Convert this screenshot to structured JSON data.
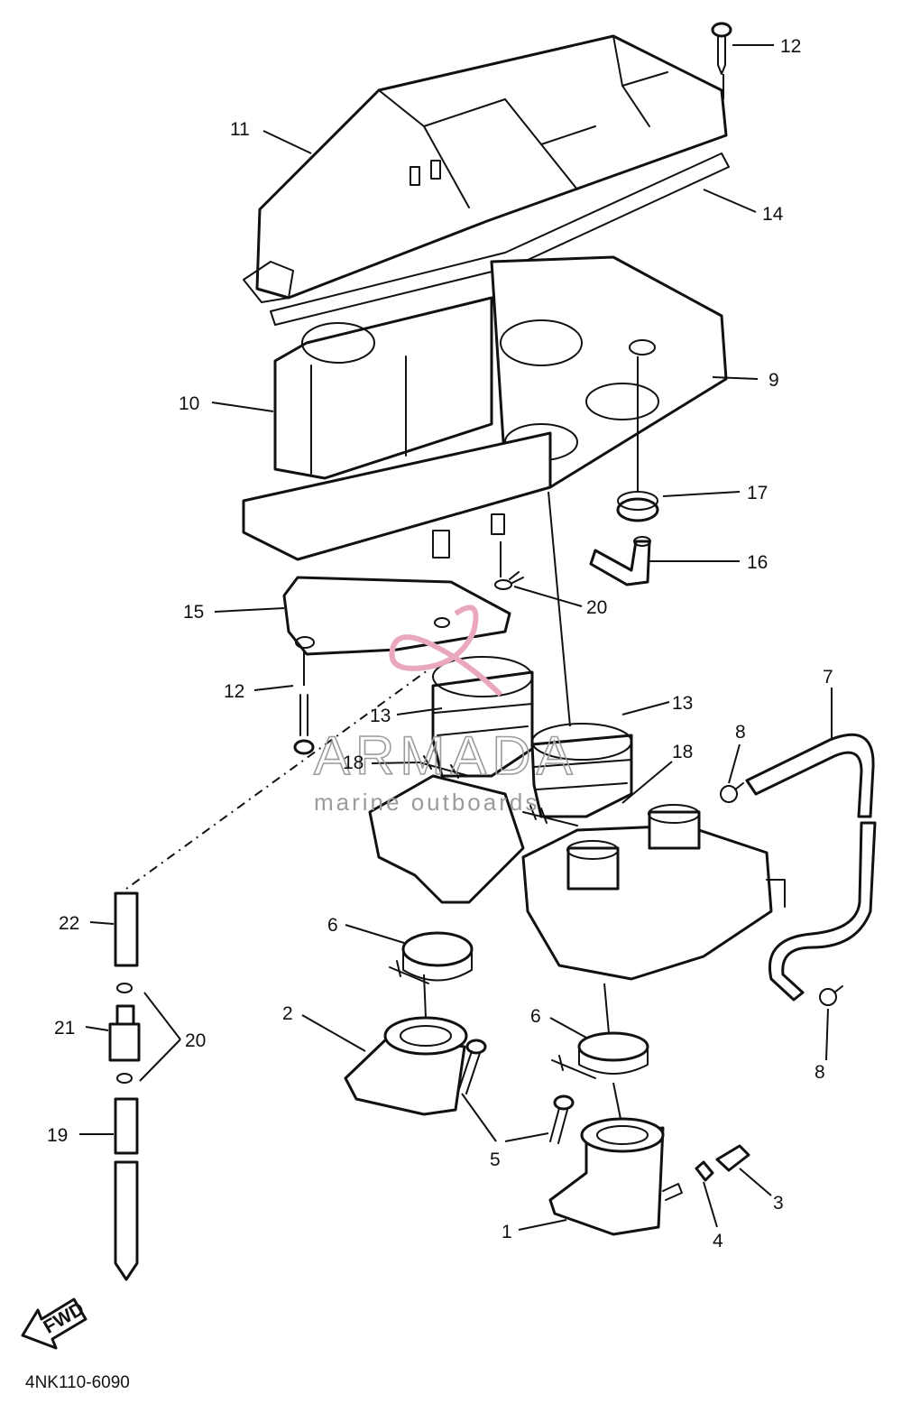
{
  "diagram": {
    "part_code": "4NK110-6090",
    "forward_label": "FWD",
    "watermark": {
      "brand": "ARMADA",
      "tagline": "marine outboards"
    },
    "callouts": [
      {
        "id": "c12a",
        "text": "12"
      },
      {
        "id": "c11",
        "text": "11"
      },
      {
        "id": "c14",
        "text": "14"
      },
      {
        "id": "c9",
        "text": "9"
      },
      {
        "id": "c10",
        "text": "10"
      },
      {
        "id": "c17",
        "text": "17"
      },
      {
        "id": "c16",
        "text": "16"
      },
      {
        "id": "c15",
        "text": "15"
      },
      {
        "id": "c20a",
        "text": "20"
      },
      {
        "id": "c12b",
        "text": "12"
      },
      {
        "id": "c13a",
        "text": "13"
      },
      {
        "id": "c13b",
        "text": "13"
      },
      {
        "id": "c7",
        "text": "7"
      },
      {
        "id": "c8a",
        "text": "8"
      },
      {
        "id": "c18a",
        "text": "18"
      },
      {
        "id": "c18b",
        "text": "18"
      },
      {
        "id": "c22",
        "text": "22"
      },
      {
        "id": "c6a",
        "text": "6"
      },
      {
        "id": "c2",
        "text": "2"
      },
      {
        "id": "c21",
        "text": "21"
      },
      {
        "id": "c20b",
        "text": "20"
      },
      {
        "id": "c6b",
        "text": "6"
      },
      {
        "id": "c8b",
        "text": "8"
      },
      {
        "id": "c19",
        "text": "19"
      },
      {
        "id": "c5",
        "text": "5"
      },
      {
        "id": "c3",
        "text": "3"
      },
      {
        "id": "c4",
        "text": "4"
      },
      {
        "id": "c1",
        "text": "1"
      }
    ]
  }
}
